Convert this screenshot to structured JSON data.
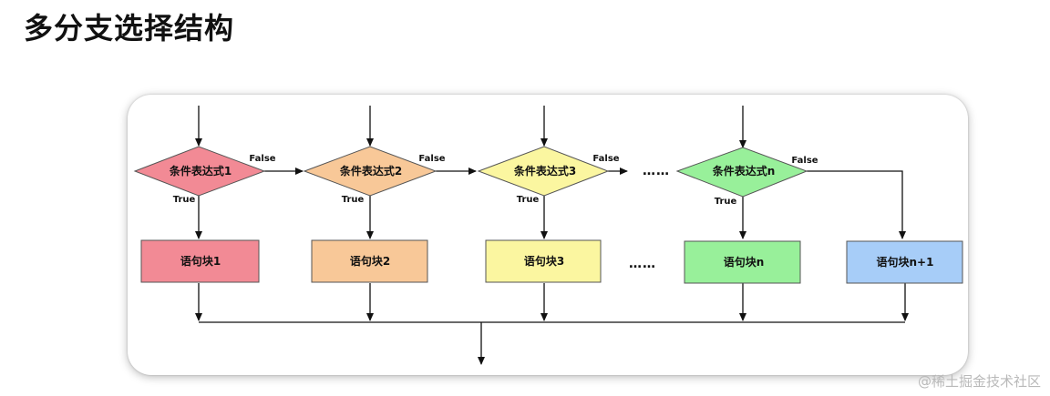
{
  "page": {
    "title": "多分支选择结构",
    "watermark": "@稀土掘金技术社区"
  },
  "diagram": {
    "conditions": [
      {
        "label": "条件表达式1",
        "fill": "#f28a95"
      },
      {
        "label": "条件表达式2",
        "fill": "#f8c898"
      },
      {
        "label": "条件表达式3",
        "fill": "#fbf6a0"
      },
      {
        "label": "条件表达式n",
        "fill": "#98f09a"
      }
    ],
    "blocks": [
      {
        "label": "语句块1",
        "fill": "#f28a95"
      },
      {
        "label": "语句块2",
        "fill": "#f8c898"
      },
      {
        "label": "语句块3",
        "fill": "#fbf6a0"
      },
      {
        "label": "语句块n",
        "fill": "#98f09a"
      },
      {
        "label": "语句块n+1",
        "fill": "#a7cdf8"
      }
    ],
    "true_label": "True",
    "false_label": "False",
    "ellipsis": "……"
  }
}
